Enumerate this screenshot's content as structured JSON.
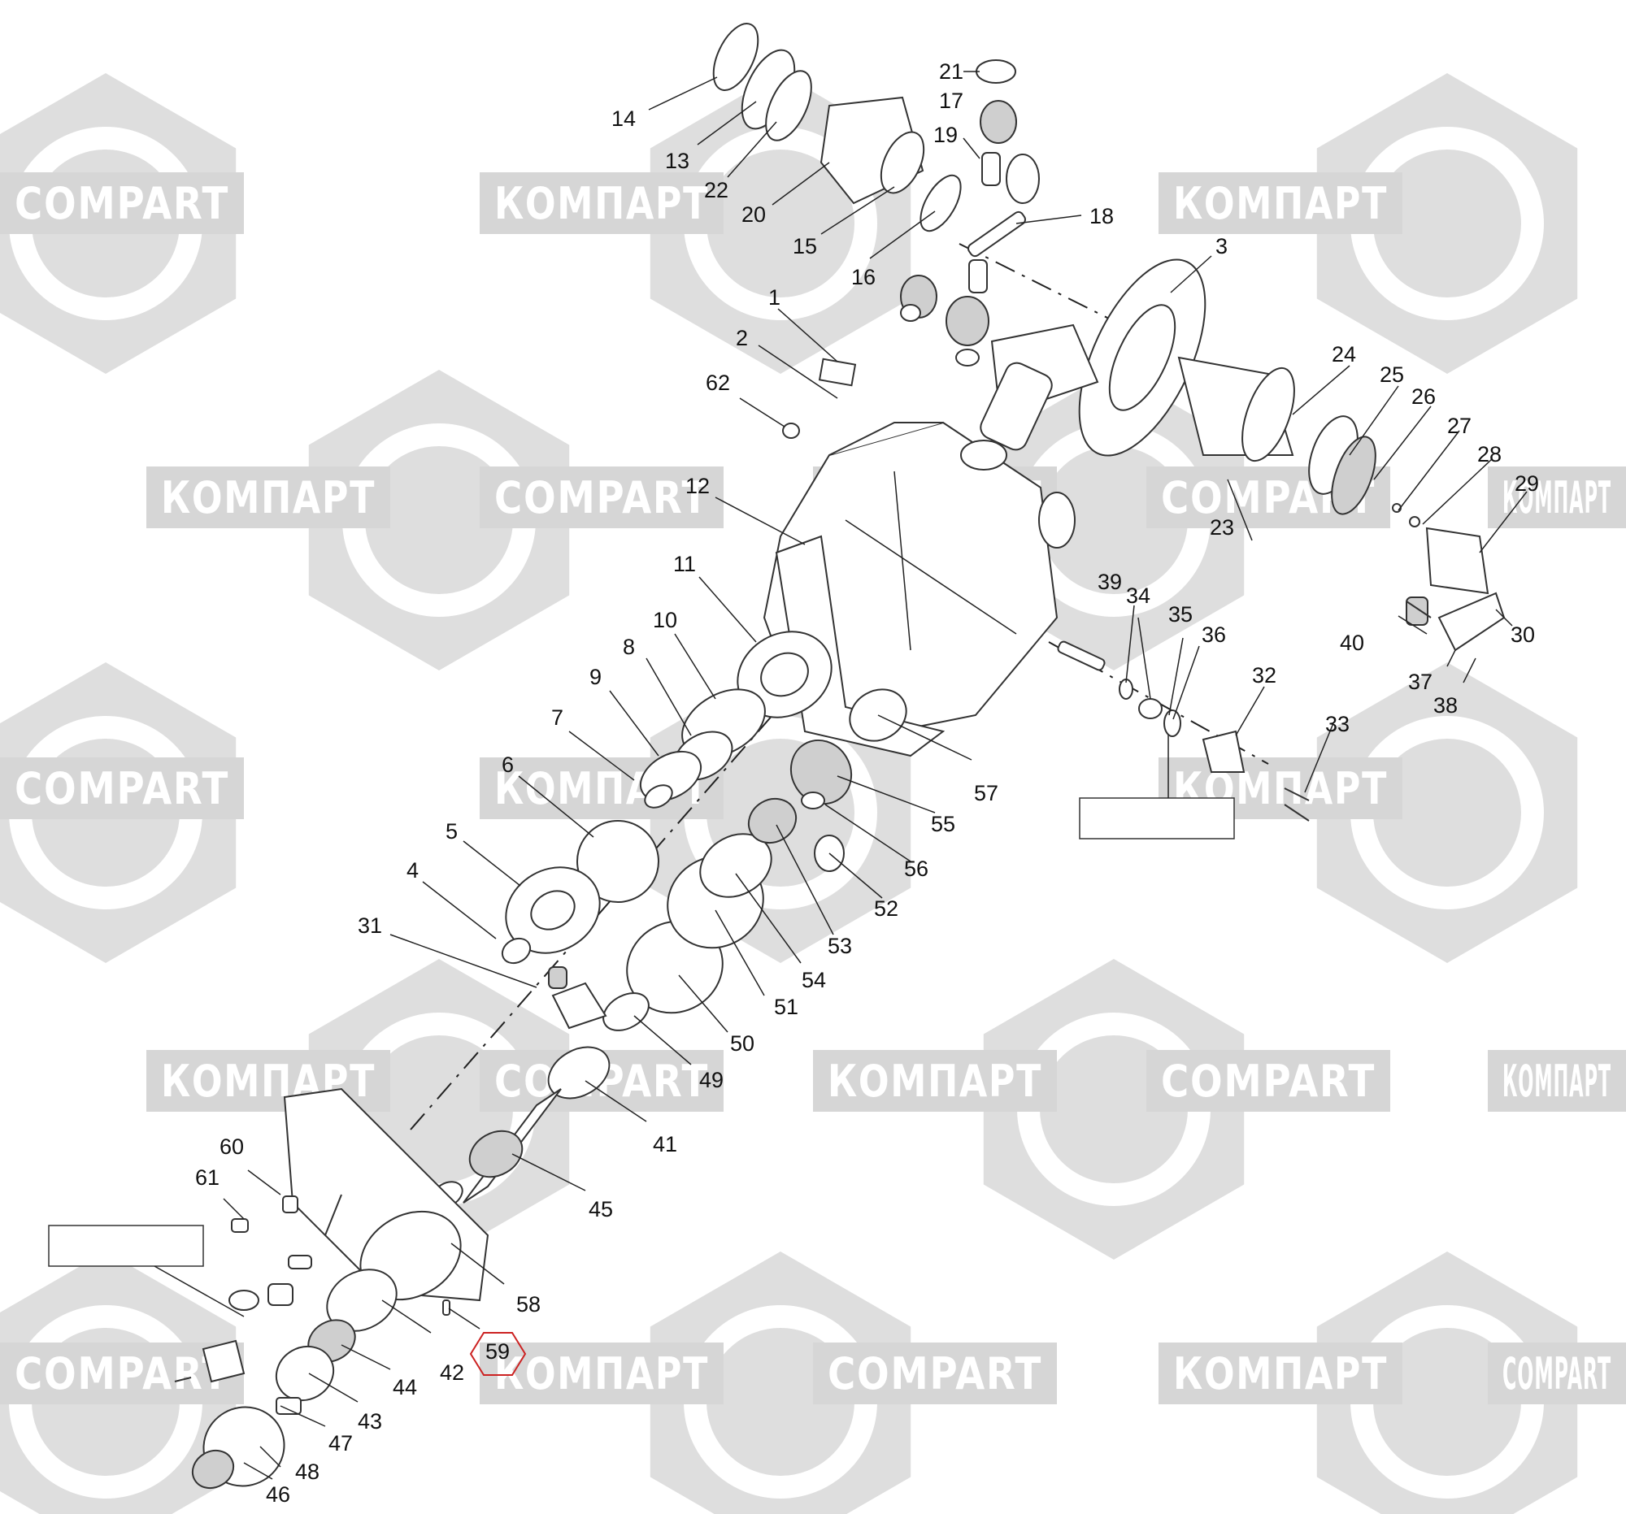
{
  "watermark": {
    "text_cyrillic": "КОМПАРТ",
    "text_latin": "COMPART",
    "shape_color": "#dedede",
    "band_color": "#d6d6d6"
  },
  "colors": {
    "line": "#333333",
    "highlight": "#cc2222"
  },
  "highlighted_part": "59",
  "labels": [
    "1",
    "2",
    "3",
    "4",
    "5",
    "6",
    "7",
    "8",
    "9",
    "10",
    "11",
    "12",
    "13",
    "14",
    "15",
    "16",
    "17",
    "18",
    "19",
    "20",
    "21",
    "22",
    "23",
    "24",
    "25",
    "26",
    "27",
    "28",
    "29",
    "30",
    "31",
    "32",
    "33",
    "34",
    "35",
    "36",
    "37",
    "38",
    "39",
    "40",
    "41",
    "42",
    "43",
    "44",
    "45",
    "46",
    "47",
    "48",
    "49",
    "50",
    "51",
    "52",
    "53",
    "54",
    "55",
    "56",
    "57",
    "58",
    "59",
    "60",
    "61",
    "62"
  ]
}
